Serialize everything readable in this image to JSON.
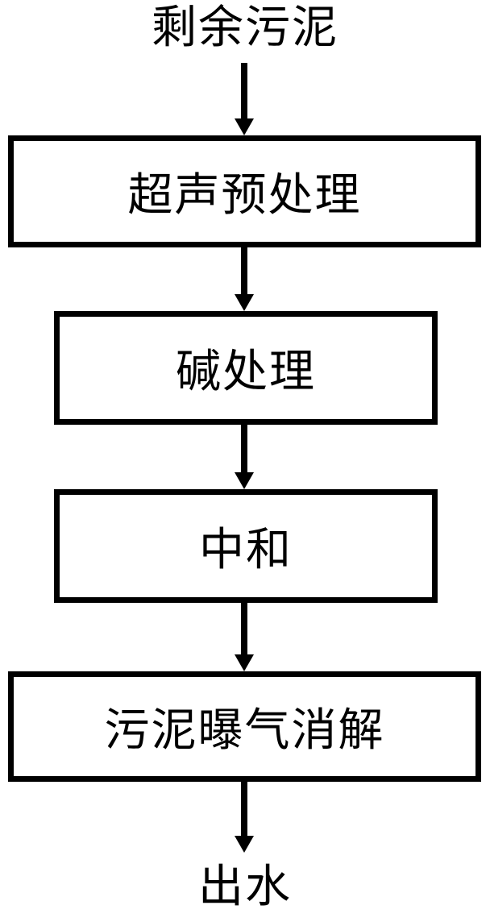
{
  "diagram": {
    "source_label": "剩余污泥",
    "steps": [
      {
        "label": "超声预处理"
      },
      {
        "label": "碱处理"
      },
      {
        "label": "中和"
      },
      {
        "label": "污泥曝气消解"
      }
    ],
    "output_label": "出水",
    "colors": {
      "stroke": "#000000",
      "background": "#ffffff"
    }
  }
}
